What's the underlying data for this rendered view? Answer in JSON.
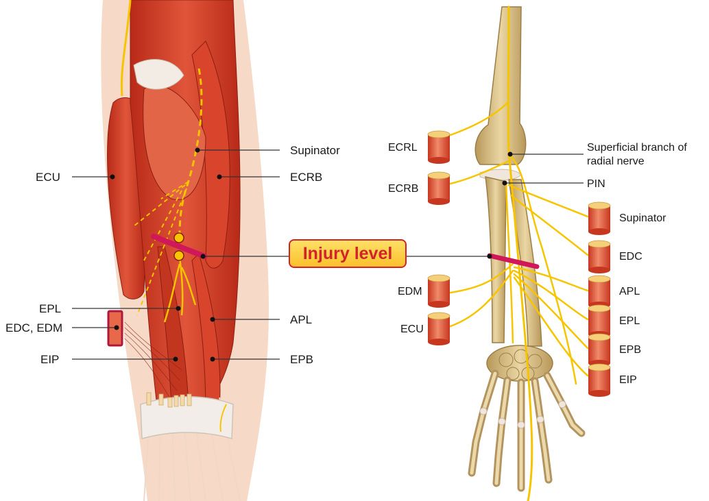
{
  "colors": {
    "muscle": "#c9321f",
    "muscle_light": "#e8684a",
    "skin": "#f6d9c7",
    "nerve": "#f7c500",
    "bone": "#dcc28a",
    "bone_dark": "#b89a5a",
    "injury": "#d0175a",
    "badge_fill": "#fbc02d",
    "badge_text": "#d2232a"
  },
  "injury_label": "Injury level",
  "left_labels": {
    "supinator": "Supinator",
    "ecrb": "ECRB",
    "ecu": "ECU",
    "epl": "EPL",
    "edc_edm": "EDC, EDM",
    "eip": "EIP",
    "apl": "APL",
    "epb": "EPB"
  },
  "right_labels": {
    "superficial_1": "Superficial branch of",
    "superficial_2": "radial nerve",
    "pin": "PIN"
  },
  "right_muscles_left": [
    "ECRL",
    "ECRB",
    "EDM",
    "ECU"
  ],
  "right_muscles_right": [
    "Supinator",
    "EDC",
    "APL",
    "EPL",
    "EPB",
    "EIP"
  ]
}
